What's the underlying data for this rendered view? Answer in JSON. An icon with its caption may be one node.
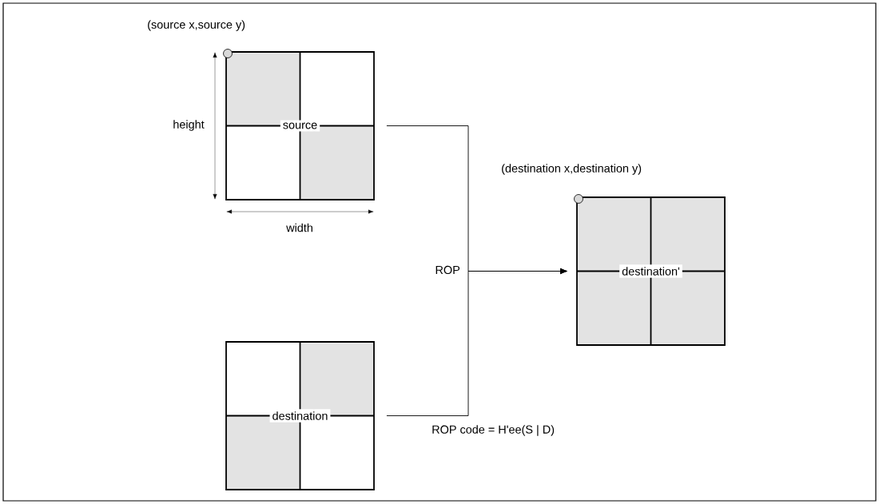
{
  "diagram": {
    "nodes": [
      {
        "text": [
          "source"
        ]
      },
      {
        "text": [
          "destination"
        ]
      },
      {
        "text": [
          "destination'"
        ]
      }
    ],
    "edges": [
      {
        "from": 0,
        "to": 2,
        "arrow": "to"
      },
      {
        "from": 1,
        "to": 2,
        "arrow": "to"
      }
    ],
    "labels": [
      "(source x,source y)",
      "height",
      "width",
      "(destination x,destination y)",
      "ROP",
      "ROP code = H'ee(S | D)"
    ]
  }
}
